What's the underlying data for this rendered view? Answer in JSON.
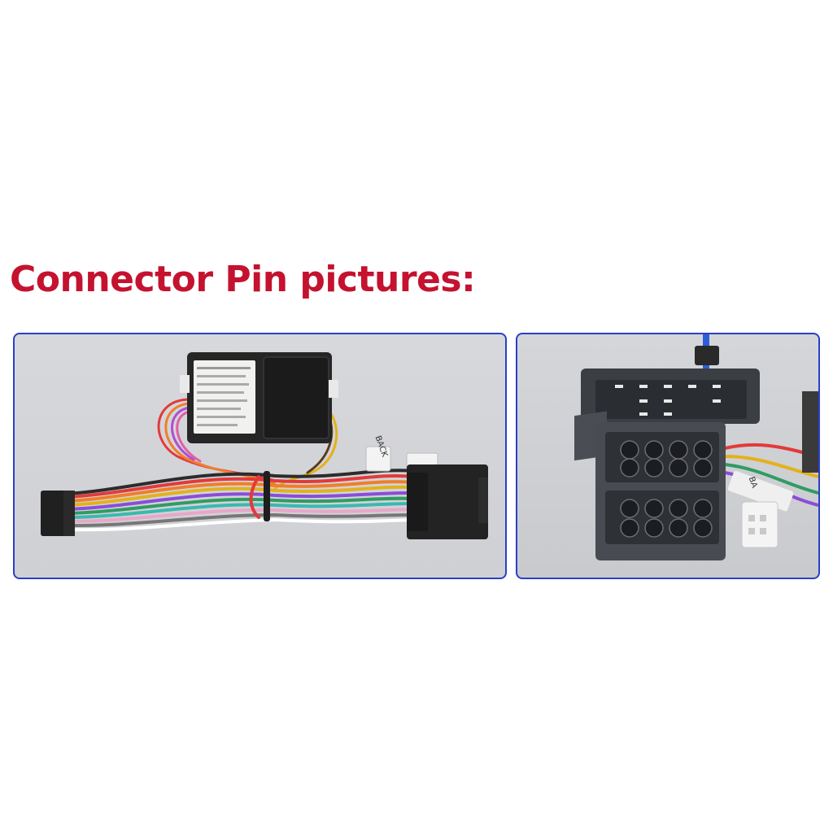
{
  "heading": "Connector Pin pictures:",
  "colors": {
    "heading": "#c4122f",
    "frame_border": "#2b3fc8"
  },
  "photos": {
    "harness": {
      "tag_label": "BACK"
    },
    "connector": {
      "tag_label": "BA"
    }
  }
}
